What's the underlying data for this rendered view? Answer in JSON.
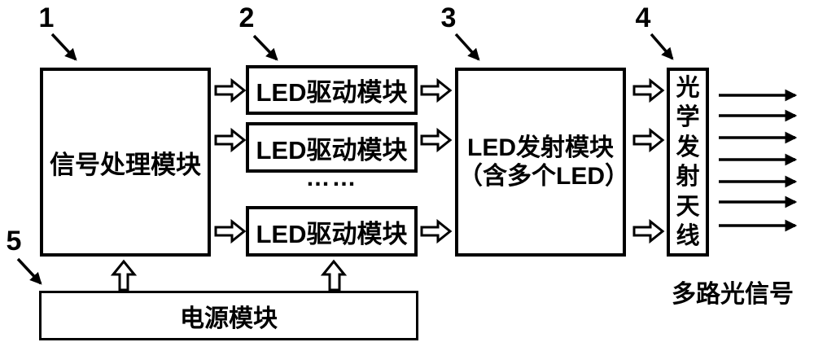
{
  "diagram": {
    "callout_numbers": [
      "1",
      "2",
      "3",
      "4",
      "5"
    ],
    "blocks": {
      "signal_processing": "信号处理模块",
      "led_drivers": [
        "LED驱动模块",
        "LED驱动模块",
        "LED驱动模块"
      ],
      "drivers_ellipsis": "……",
      "led_emitter_line1": "LED发射模块",
      "led_emitter_line2": "（含多个LED）",
      "optical_antenna": "光学发射天线",
      "power_supply": "电源模块"
    },
    "output_label": "多路光信号",
    "icons": {
      "hollow_right_arrow": "⇨",
      "hollow_up_arrow": "⇧",
      "solid_right_arrow": "→"
    },
    "colors": {
      "ink": "#000000",
      "background": "#ffffff"
    }
  }
}
